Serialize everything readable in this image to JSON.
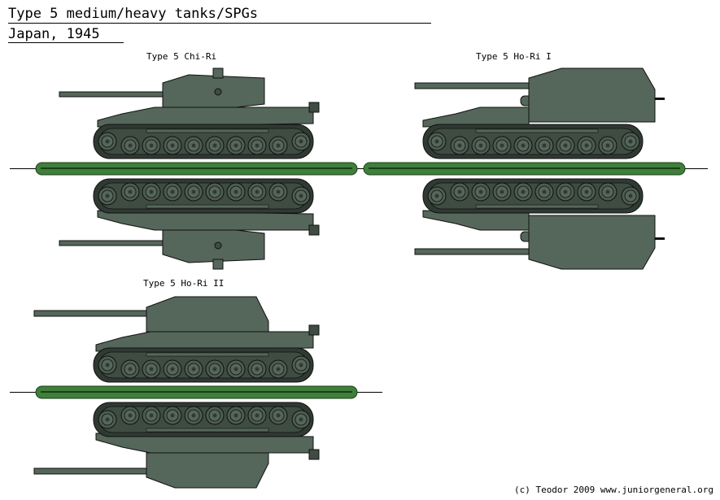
{
  "header": {
    "title": "Type 5 medium/heavy tanks/SPGs",
    "subtitle": "Japan, 1945"
  },
  "vehicles": [
    {
      "label": "Type 5 Chi-Ri"
    },
    {
      "label": "Type 5 Ho-Ri I"
    },
    {
      "label": "Type 5 Ho-Ri II"
    }
  ],
  "footer": {
    "credit": "(c) Teodor 2009 www.juniorgeneral.org"
  },
  "colors": {
    "hull": "#55665a",
    "hull_dark": "#3e4c42",
    "wheel": "#4d5c51",
    "track": "#2f3a33",
    "base_bar": "#3f7f3a",
    "outline": "#111111"
  }
}
